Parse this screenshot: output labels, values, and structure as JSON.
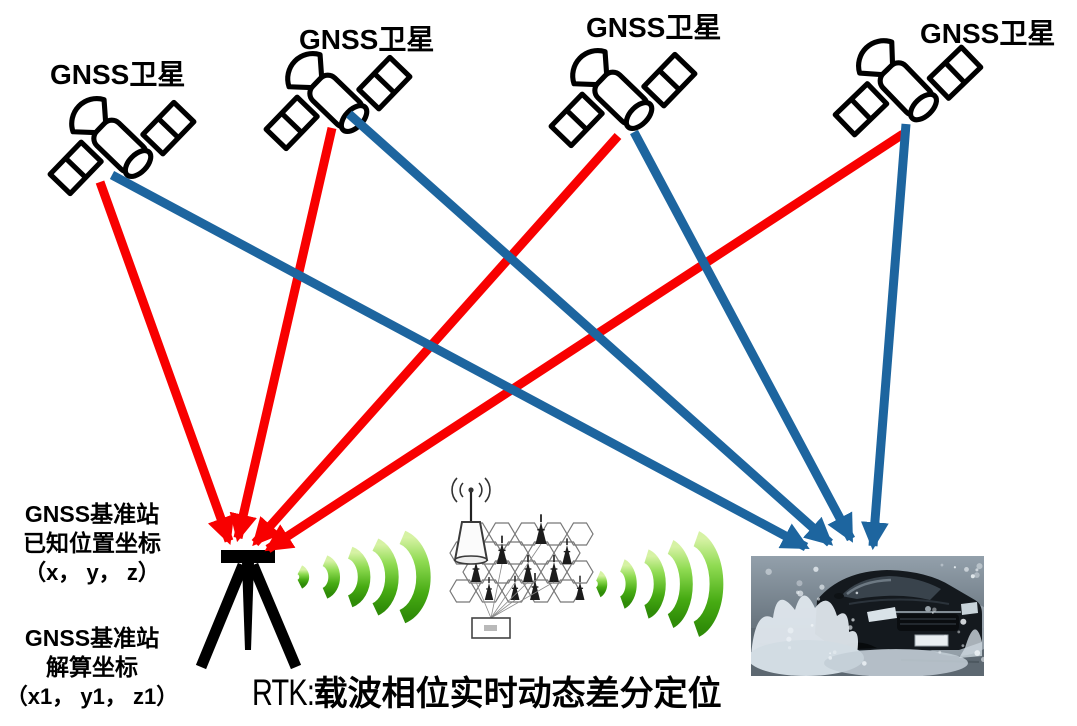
{
  "satellites": [
    {
      "label": "GNSS卫星"
    },
    {
      "label": "GNSS卫星"
    },
    {
      "label": "GNSS卫星"
    },
    {
      "label": "GNSS卫星"
    }
  ],
  "base_station_known": {
    "line1": "GNSS基准站",
    "line2": "已知位置坐标",
    "line3": "（x， y， z）"
  },
  "base_station_solved": {
    "line1": "GNSS基准站",
    "line2": "解算坐标",
    "line3": "（x1， y1， z1）"
  },
  "caption": {
    "prefix": "RTK:",
    "text": "载波相位实时动态差分定位"
  },
  "colors": {
    "base_link": "#f80000",
    "rover_link": "#1d659f",
    "signal_green": "#4fae14",
    "satellite_outline": "#000000"
  },
  "icons": {
    "satellite": "satellite-icon",
    "tripod": "survey-tripod-icon",
    "signal": "radio-wave-icon",
    "network": "cellular-network-icon",
    "car": "rover-car-photo"
  }
}
